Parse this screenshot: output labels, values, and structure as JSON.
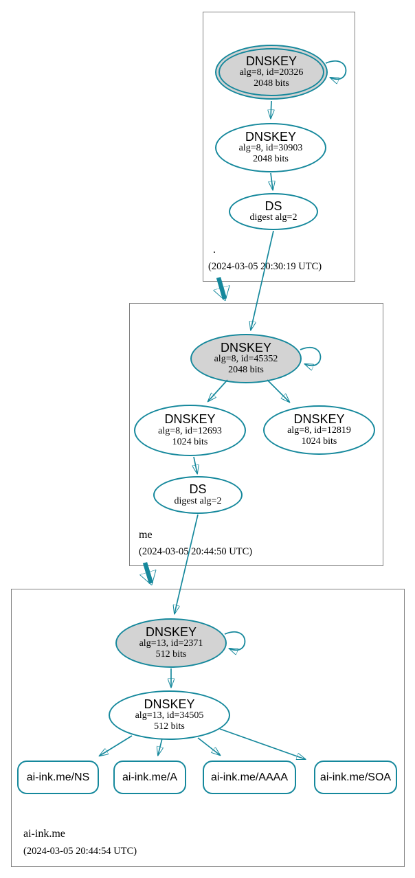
{
  "diagram": {
    "type": "dnssec-authentication-chain",
    "edge_color": "#15889c",
    "ksk_fill": "#d3d3d3",
    "zones": [
      {
        "name": ".",
        "timestamp": "(2024-03-05 20:30:19 UTC)",
        "nodes": {
          "ksk": {
            "title": "DNSKEY",
            "detail1": "alg=8, id=20326",
            "detail2": "2048 bits"
          },
          "zsk": {
            "title": "DNSKEY",
            "detail1": "alg=8, id=30903",
            "detail2": "2048 bits"
          },
          "ds": {
            "title": "DS",
            "detail1": "digest alg=2"
          }
        }
      },
      {
        "name": "me",
        "timestamp": "(2024-03-05 20:44:50 UTC)",
        "nodes": {
          "ksk": {
            "title": "DNSKEY",
            "detail1": "alg=8, id=45352",
            "detail2": "2048 bits"
          },
          "zsk1": {
            "title": "DNSKEY",
            "detail1": "alg=8, id=12693",
            "detail2": "1024 bits"
          },
          "zsk2": {
            "title": "DNSKEY",
            "detail1": "alg=8, id=12819",
            "detail2": "1024 bits"
          },
          "ds": {
            "title": "DS",
            "detail1": "digest alg=2"
          }
        }
      },
      {
        "name": "ai-ink.me",
        "timestamp": "(2024-03-05 20:44:54 UTC)",
        "nodes": {
          "ksk": {
            "title": "DNSKEY",
            "detail1": "alg=13, id=2371",
            "detail2": "512 bits"
          },
          "zsk": {
            "title": "DNSKEY",
            "detail1": "alg=13, id=34505",
            "detail2": "512 bits"
          }
        },
        "rrsets": [
          "ai-ink.me/NS",
          "ai-ink.me/A",
          "ai-ink.me/AAAA",
          "ai-ink.me/SOA"
        ]
      }
    ]
  }
}
